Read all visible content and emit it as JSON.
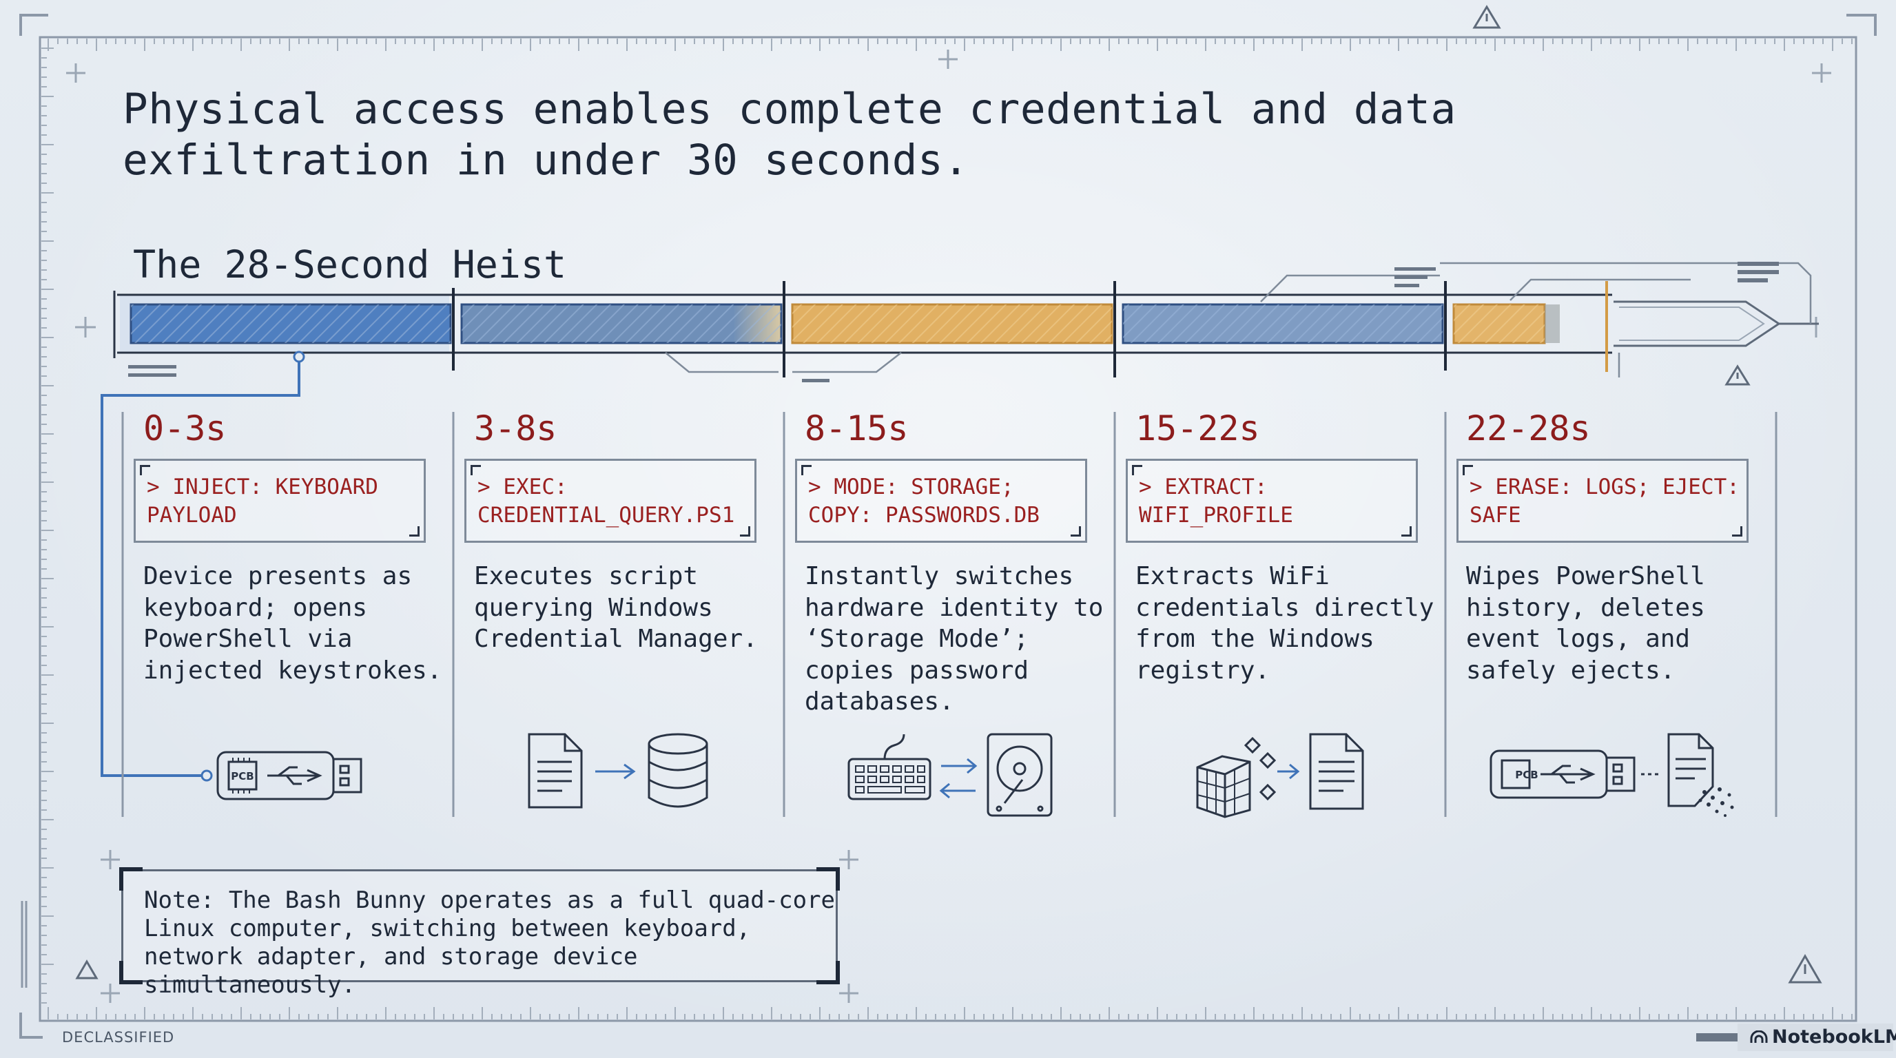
{
  "headline": "Physical access enables complete credential and data exfiltration in under 30 seconds.",
  "subtitle": "The 28-Second Heist",
  "phases": [
    {
      "time": "0-3s",
      "command": "> INJECT: KEYBOARD PAYLOAD",
      "description": "Device presents as keyboard; opens PowerShell via injected keystrokes.",
      "icons": [
        "usb-pcb-device-icon"
      ]
    },
    {
      "time": "3-8s",
      "command": "> EXEC: CREDENTIAL_QUERY.PS1",
      "description": "Executes script querying Windows Credential Manager.",
      "icons": [
        "script-document-icon",
        "arrow-right-icon",
        "database-icon"
      ]
    },
    {
      "time": "8-15s",
      "command": "> MODE: STORAGE; COPY: PASSWORDS.DB",
      "description": "Instantly switches hardware identity to ‘Storage Mode’; copies password databases.",
      "icons": [
        "keyboard-icon",
        "swap-arrows-icon",
        "hard-drive-icon"
      ]
    },
    {
      "time": "15-22s",
      "command": "> EXTRACT: WIFI_PROFILE",
      "description": "Extracts WiFi credentials directly from the Windows registry.",
      "icons": [
        "registry-cube-icon",
        "arrow-right-icon",
        "document-icon"
      ]
    },
    {
      "time": "22-28s",
      "command": "> ERASE: LOGS; EJECT: SAFE",
      "description": "Wipes PowerShell history, deletes event logs, and safely ejects.",
      "icons": [
        "usb-pcb-device-icon",
        "dissolving-document-icon"
      ]
    }
  ],
  "timeline_segments": [
    {
      "phase": "0-3s",
      "color": "#4f7fc0"
    },
    {
      "phase": "3-8s",
      "color": "#6f8fb8"
    },
    {
      "phase": "8-15s",
      "color": "#e1b063"
    },
    {
      "phase": "15-22s",
      "color": "#7f9cc3"
    },
    {
      "phase": "22-28s",
      "color": "#e3b46a"
    }
  ],
  "pcb_label": "PCB",
  "note": "Note: The Bash Bunny operates as a full quad-core Linux computer, switching between keyboard, network adapter, and storage device simultaneously.",
  "footer": {
    "stamp": "DECLASSIFIED",
    "brand": "NotebookLM"
  },
  "colors": {
    "accent_red": "#8c1c1c",
    "blue": "#4f7fc0",
    "amber": "#e1b063",
    "ink": "#1e2838"
  }
}
